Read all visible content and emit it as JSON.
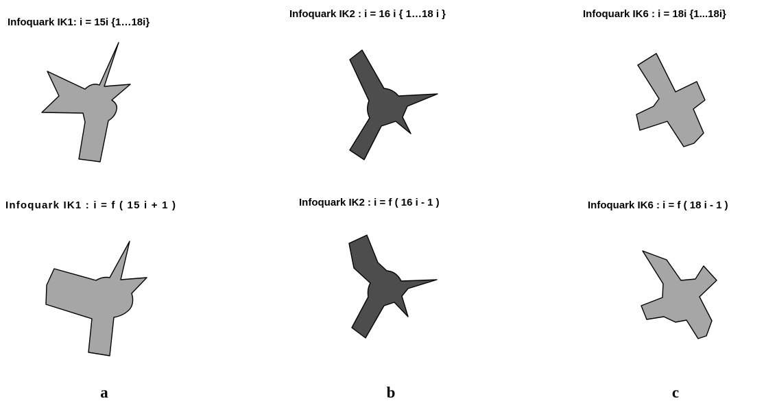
{
  "titles": {
    "a_top": "Infoquark IK1: i = 15i {1…18i}",
    "b_top": "Infoquark IK2 : i = 16 i { 1…18 i }",
    "c_top": "Infoquark IK6 : i = 18i {1...18i}",
    "a_bottom": "Infoquark IK1 : i = f ( 15 i + 1 )",
    "b_bottom": "Infoquark IK2 : i = f ( 16 i - 1 )",
    "c_bottom": "Infoquark IK6 : i = f ( 18 i - 1 )"
  },
  "column_labels": {
    "a": "a",
    "b": "b",
    "c": "c"
  },
  "colors": {
    "light_gray_fill": "#a6a6a6",
    "dark_gray_fill": "#4d4d4d",
    "outline": "#000000",
    "background": "#ffffff"
  }
}
